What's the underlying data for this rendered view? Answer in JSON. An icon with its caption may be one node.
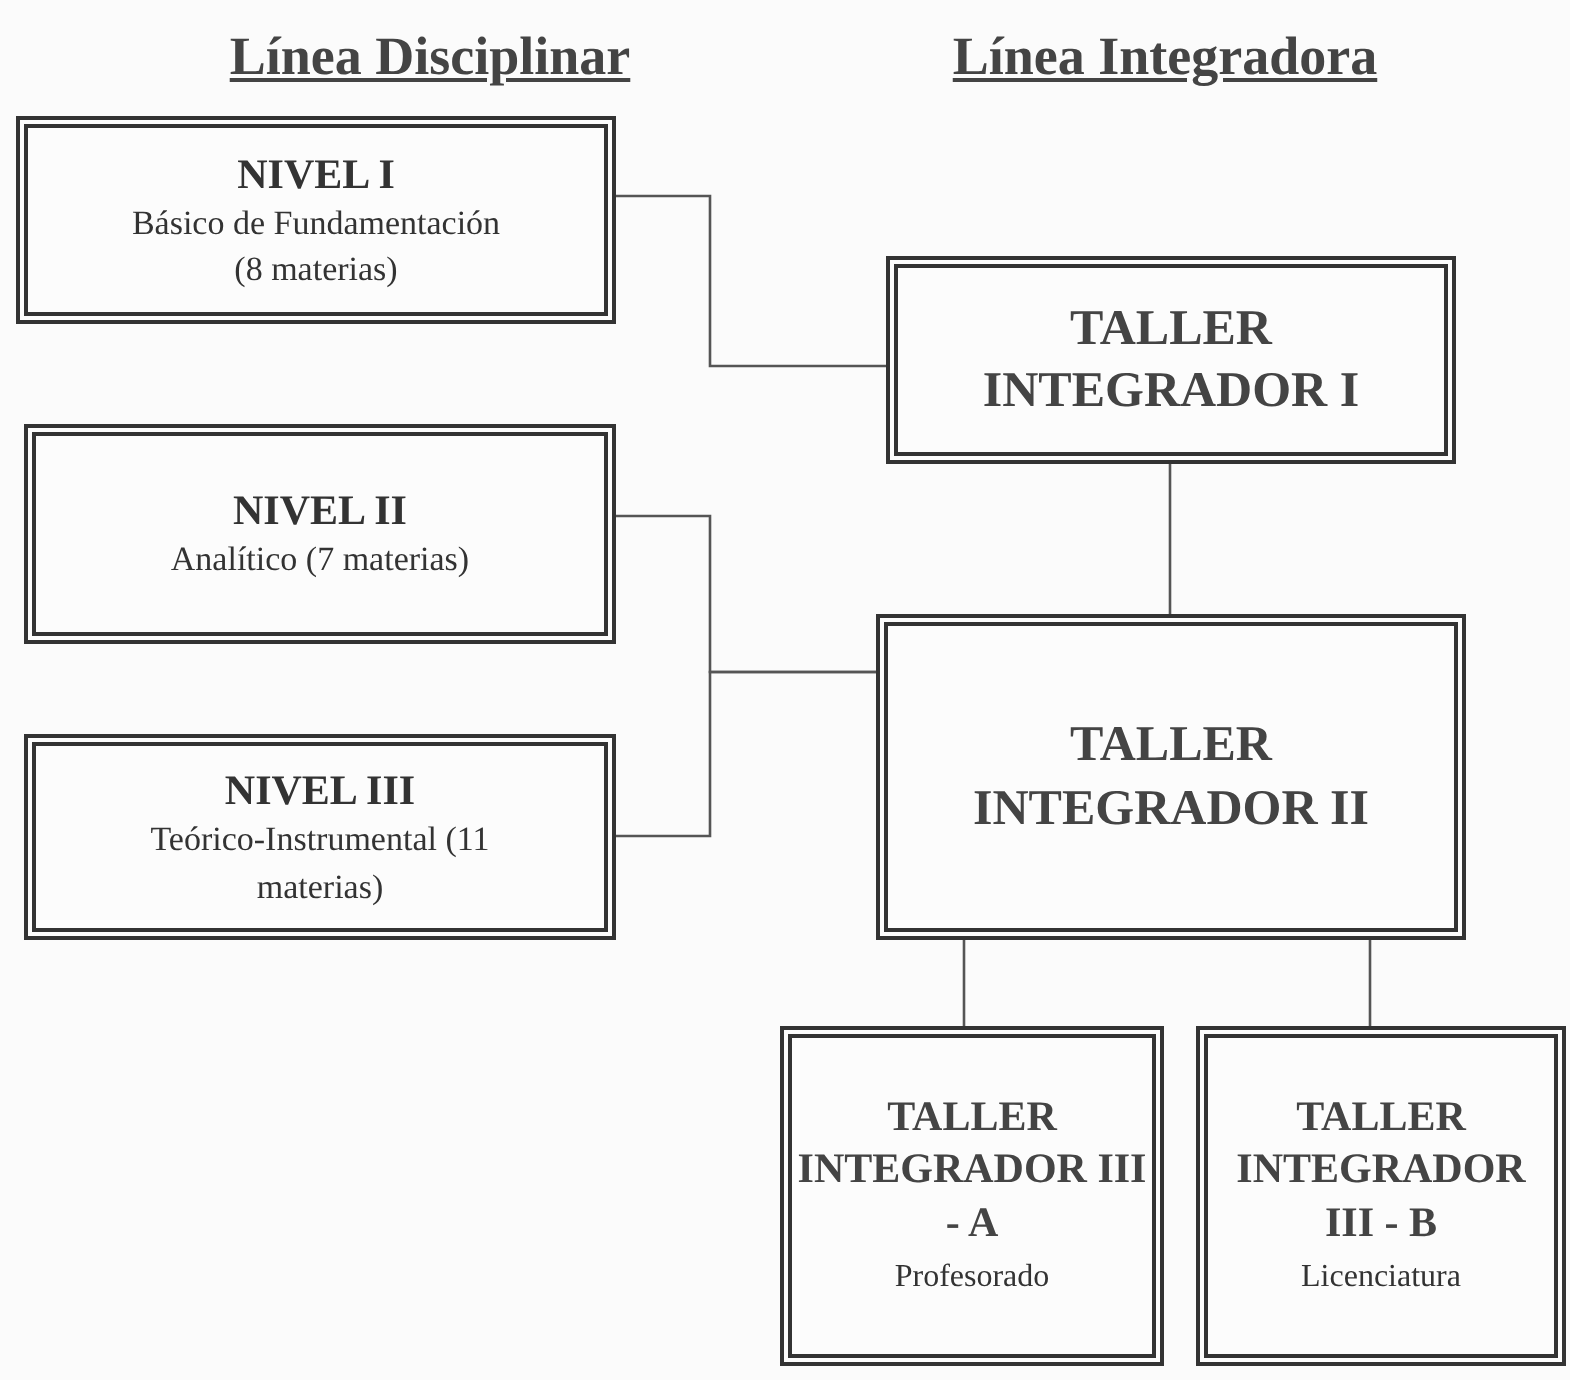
{
  "diagram": {
    "nodes": [
      {
        "text": [
          "NIVEL I",
          "Básico de Fundamentación (8 materias)"
        ]
      },
      {
        "text": [
          "NIVEL II",
          "Analítico (7 materias)"
        ]
      },
      {
        "text": [
          "NIVEL III",
          "Teórico-Instrumental (11 materias)"
        ]
      },
      {
        "text": [
          "TALLER INTEGRADOR I"
        ]
      },
      {
        "text": [
          "TALLER INTEGRADOR II"
        ]
      },
      {
        "text": [
          "TALLER INTEGRADOR III - A",
          "Profesorado"
        ]
      },
      {
        "text": [
          "TALLER INTEGRADOR III - B",
          "Licenciatura"
        ]
      }
    ],
    "edges": [
      {
        "from": 0,
        "to": 3,
        "arrow": "none"
      },
      {
        "from": 3,
        "to": 4,
        "arrow": "none"
      },
      {
        "from": 1,
        "to": 4,
        "arrow": "none"
      },
      {
        "from": 2,
        "to": 4,
        "arrow": "none"
      },
      {
        "from": 4,
        "to": 5,
        "arrow": "none"
      },
      {
        "from": 4,
        "to": 6,
        "arrow": "none"
      }
    ],
    "labels": [
      "Línea Disciplinar",
      "Línea Integradora"
    ]
  }
}
